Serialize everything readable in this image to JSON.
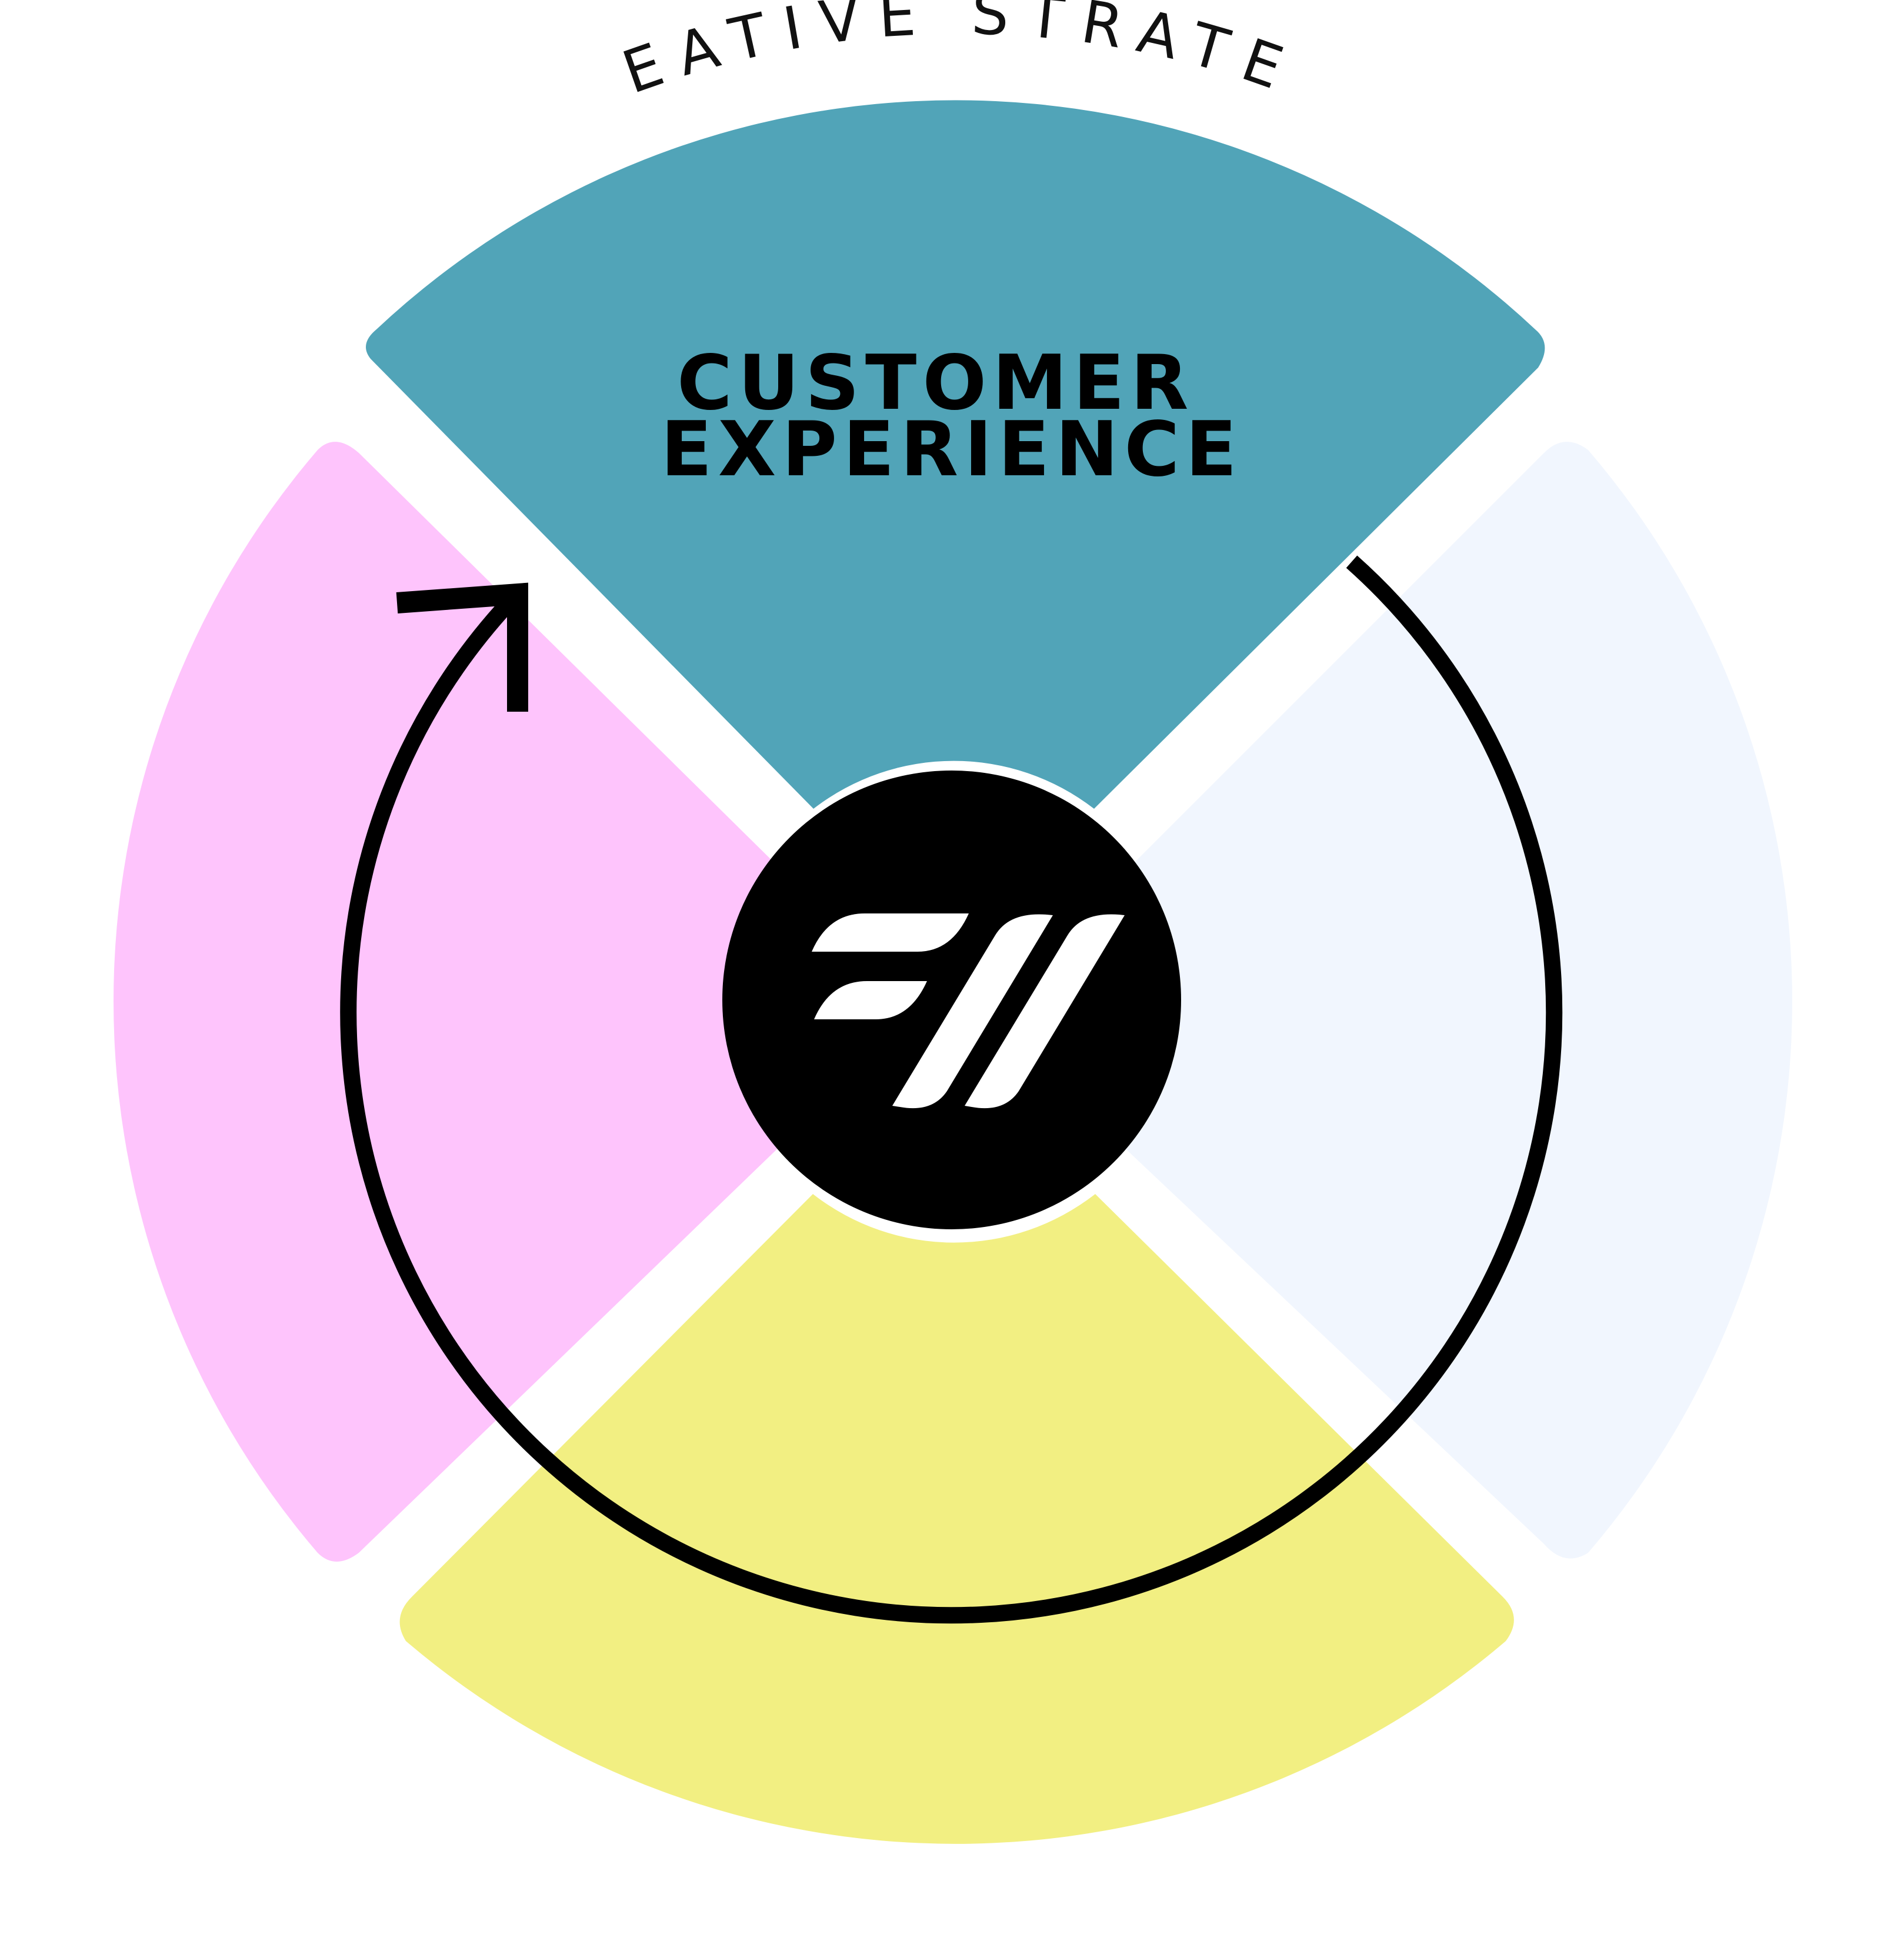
{
  "diagram": {
    "arc_title": "CREATIVE STRATEGY",
    "center_logo": "logo-mark",
    "sectors": [
      {
        "id": "top",
        "label_lines": [
          "CUSTOMER",
          "EXPERIENCE"
        ],
        "color": "#51A4B8"
      },
      {
        "id": "right",
        "label_lines": [],
        "color": "#F1F6FE"
      },
      {
        "id": "bottom",
        "label_lines": [],
        "color": "#F2EF82"
      },
      {
        "id": "left",
        "label_lines": [],
        "color": "#FEC4FC"
      }
    ],
    "ring": {
      "color": "#000000",
      "direction": "clockwise"
    },
    "hub": {
      "color": "#000000",
      "logo_color": "#FFFFFF"
    }
  }
}
